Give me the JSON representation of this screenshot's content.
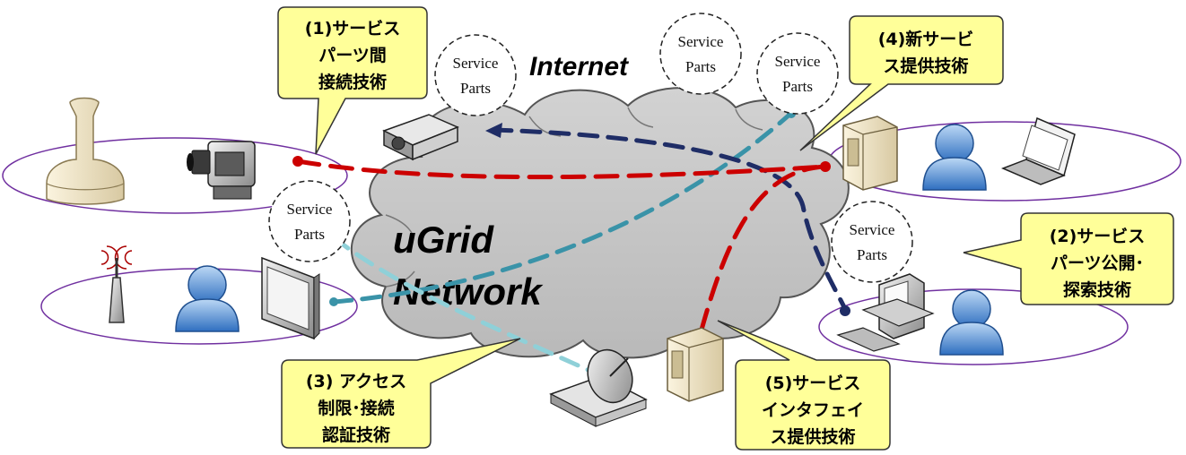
{
  "cloud": {
    "internet_label": "Internet",
    "ugrid_line1": "uGrid",
    "ugrid_line2": "Network"
  },
  "service_parts": [
    {
      "line1": "Service",
      "line2": "Parts"
    },
    {
      "line1": "Service",
      "line2": "Parts"
    },
    {
      "line1": "Service",
      "line2": "Parts"
    },
    {
      "line1": "Service",
      "line2": "Parts"
    },
    {
      "line1": "Service",
      "line2": "Parts"
    }
  ],
  "callouts": [
    {
      "id": "1",
      "lines": [
        "(1)サービス",
        "パーツ間",
        "接続技術"
      ]
    },
    {
      "id": "2",
      "lines": [
        "(2)サービス",
        "パーツ公開･",
        "探索技術"
      ]
    },
    {
      "id": "3",
      "lines": [
        "(3) アクセス",
        "制限･接続",
        "認証技術"
      ]
    },
    {
      "id": "4",
      "lines": [
        "(4)新サービ",
        "ス提供技術"
      ]
    },
    {
      "id": "5",
      "lines": [
        "(5)サービス",
        "インタフェイ",
        "ス提供技術"
      ]
    }
  ],
  "colors": {
    "cloud_fill": "#c8c8c8",
    "callout_fill": "#ffff99",
    "red_line": "#cc0000",
    "navy_line": "#1f2d66",
    "teal_line": "#3a93a8",
    "light_teal_line": "#8fd0d8",
    "ellipse_stroke": "#7030a0"
  },
  "icons": [
    "tower-icon",
    "camcorder-icon",
    "antenna-icon",
    "user-icon",
    "monitor-icon",
    "projector-icon",
    "server-icon",
    "laptop-icon",
    "desktop-computer-icon",
    "satellite-dish-icon"
  ]
}
